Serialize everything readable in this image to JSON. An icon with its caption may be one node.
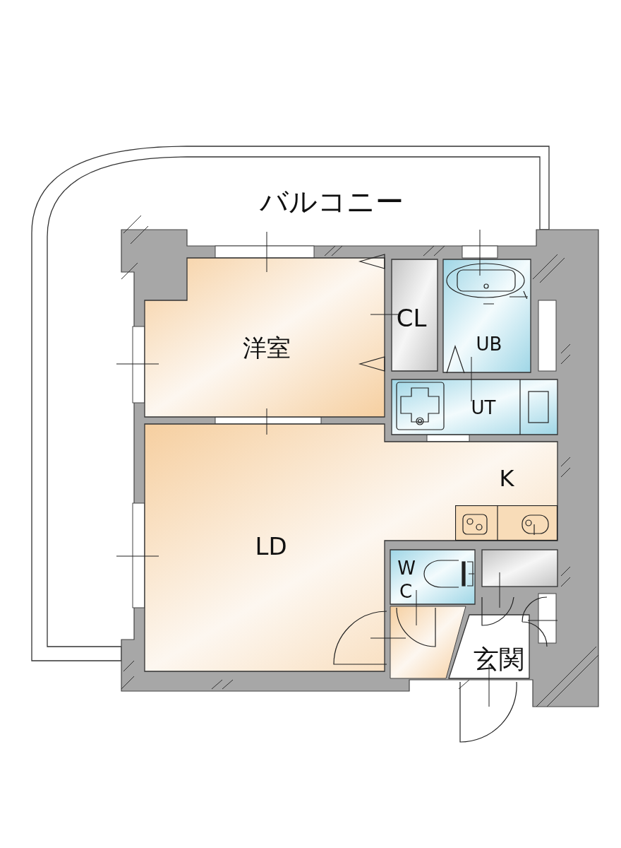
{
  "diagram": {
    "nodes": [
      {
        "text": [
          "バルコニー"
        ]
      },
      {
        "text": [
          "洋室"
        ]
      },
      {
        "text": [
          "CL"
        ]
      },
      {
        "text": [
          "UB"
        ]
      },
      {
        "text": [
          "UT"
        ]
      },
      {
        "text": [
          "K",
          "LD"
        ]
      },
      {
        "text": [
          "W C"
        ]
      },
      {
        "text": [],
        "shape": "box"
      },
      {
        "text": [
          "玄関"
        ]
      }
    ]
  }
}
